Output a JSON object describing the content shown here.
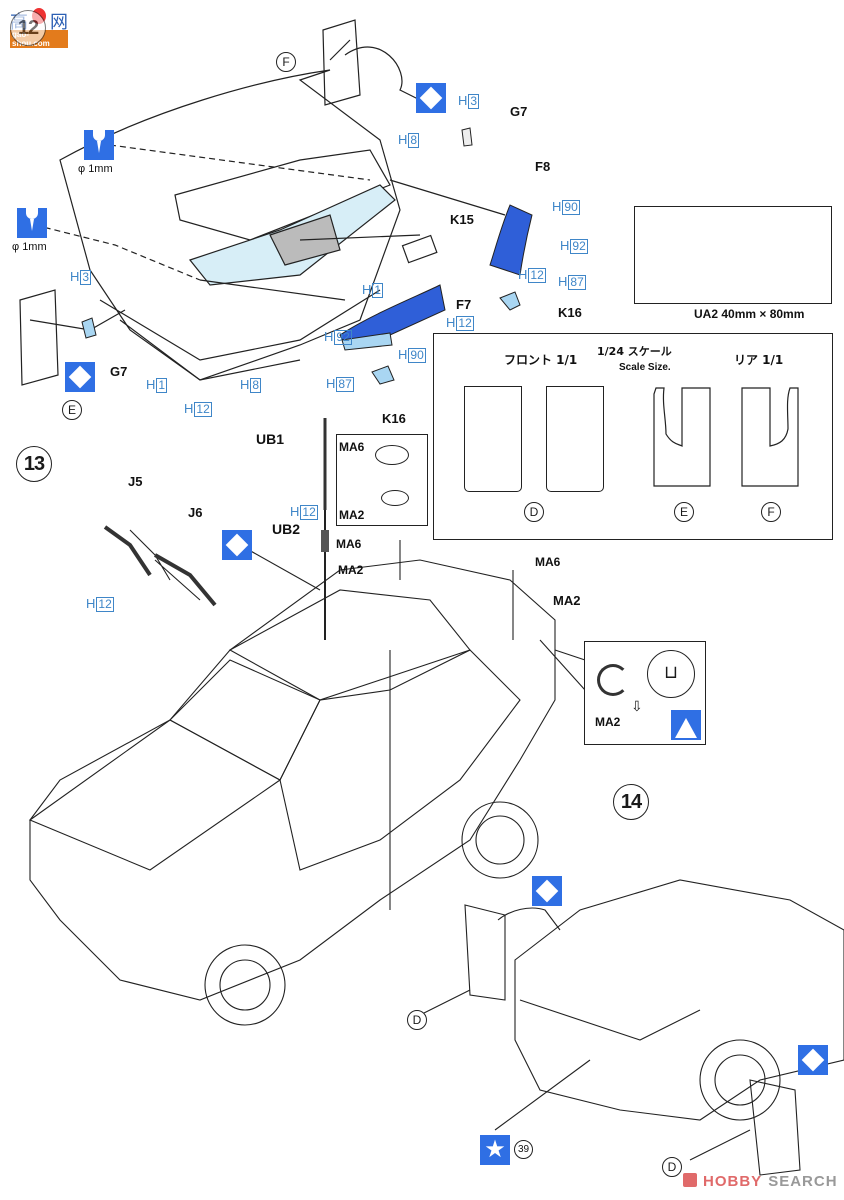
{
  "logo": {
    "cn_left": "高",
    "cn_right": "网",
    "site": "gao-shou.com"
  },
  "steps": {
    "step12": "12",
    "step13": "13",
    "step14": "14"
  },
  "drill": {
    "label_1": "φ 1mm",
    "label_2": "φ 1mm"
  },
  "parts_step12": {
    "F": "F",
    "E": "E",
    "G7_top": "G7",
    "G7_left": "G7",
    "F8": "F8",
    "F7": "F7",
    "K15": "K15",
    "K16_right": "K16",
    "K16_bottom": "K16"
  },
  "hcodes_step12": [
    {
      "prefix": "H",
      "num": "3",
      "where": "top"
    },
    {
      "prefix": "H",
      "num": "8",
      "where": "window-top"
    },
    {
      "prefix": "H",
      "num": "90",
      "where": "F8"
    },
    {
      "prefix": "H",
      "num": "92",
      "where": "F8"
    },
    {
      "prefix": "H",
      "num": "12",
      "where": "F8"
    },
    {
      "prefix": "H",
      "num": "87",
      "where": "K16-right"
    },
    {
      "prefix": "H",
      "num": "1",
      "where": "K15"
    },
    {
      "prefix": "H",
      "num": "12",
      "where": "F7"
    },
    {
      "prefix": "H",
      "num": "92",
      "where": "F7"
    },
    {
      "prefix": "H",
      "num": "90",
      "where": "F7"
    },
    {
      "prefix": "H",
      "num": "87",
      "where": "K16-bottom"
    },
    {
      "prefix": "H",
      "num": "3",
      "where": "left"
    },
    {
      "prefix": "H",
      "num": "1",
      "where": "bumper"
    },
    {
      "prefix": "H",
      "num": "8",
      "where": "window"
    },
    {
      "prefix": "H",
      "num": "12",
      "where": "lamp"
    }
  ],
  "decal_sheet": {
    "ua_label": "UA2  40mm × 80mm",
    "front_label": "フロント 1/1",
    "scale_label": "1/24 スケール",
    "scale_en": "Scale Size.",
    "rear_label": "リア 1/1",
    "decals": [
      "D",
      "E",
      "F"
    ]
  },
  "parts_step13": {
    "J5": "J5",
    "J6": "J6",
    "UB1": "UB1",
    "UB2": "UB2",
    "MA6_inset": "MA6",
    "MA2_inset": "MA2",
    "MA6_a": "MA6",
    "MA2_a": "MA2",
    "MA6_b": "MA6",
    "MA2_b": "MA2",
    "MA2_clip": "MA2",
    "h12_wiper": {
      "prefix": "H",
      "num": "12"
    },
    "h12_antenna": {
      "prefix": "H",
      "num": "12"
    }
  },
  "parts_step14": {
    "D_left": "D",
    "D_right": "D",
    "decal_ref": "39"
  },
  "watermark": {
    "text_red": "HOBBY",
    "text_grey": "SEARCH"
  },
  "colors": {
    "accent_blue": "#2f6fe4",
    "paint_code_blue": "#3f86c8",
    "clear_blue": "#a9d6f2",
    "watermark_red": "#e06a6a"
  }
}
